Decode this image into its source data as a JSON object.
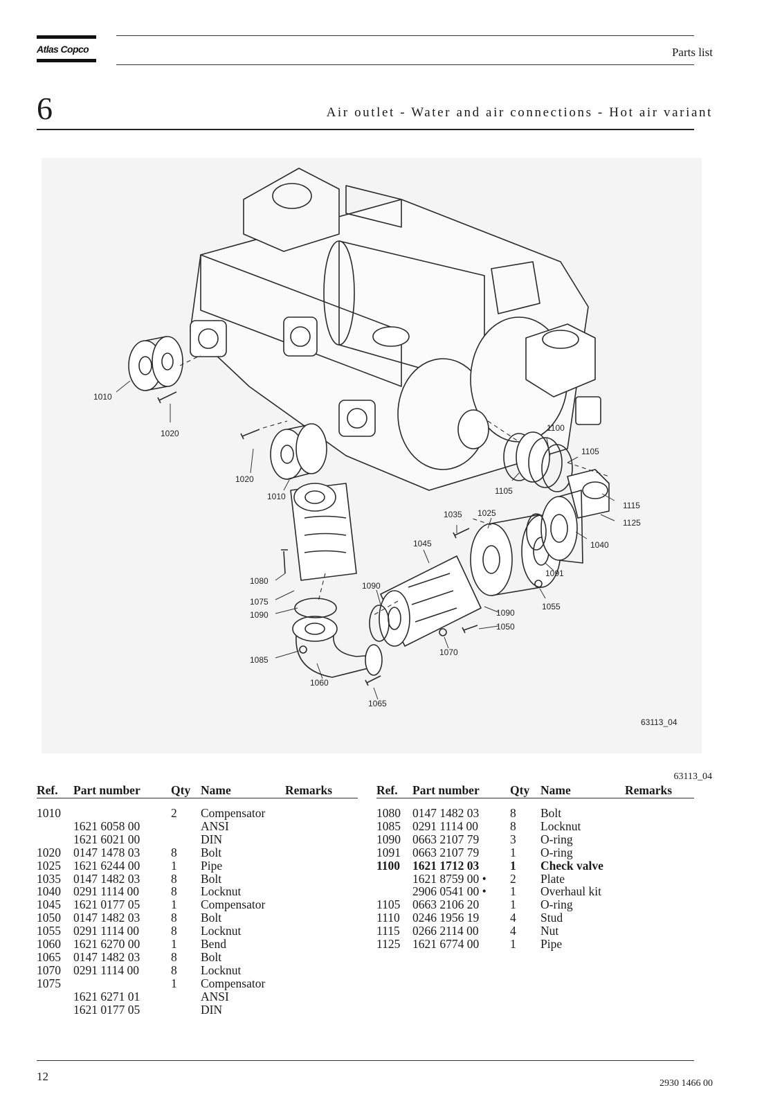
{
  "header": {
    "brand": "Atlas Copco",
    "title": "Parts list"
  },
  "section": {
    "number": "6",
    "title": "Air outlet - Water and air connections - Hot air variant"
  },
  "figure": {
    "code_inside": "63113_04",
    "code_below": "63113_04",
    "callouts": [
      "1010",
      "1020",
      "1020",
      "1010",
      "1100",
      "1105",
      "1105",
      "1115",
      "1125",
      "1040",
      "1035",
      "1025",
      "1045",
      "1091",
      "1055",
      "1080",
      "1075",
      "1090",
      "1090",
      "1090",
      "1050",
      "1070",
      "1085",
      "1060",
      "1065"
    ]
  },
  "table": {
    "headers": {
      "ref": "Ref.",
      "part": "Part number",
      "qty": "Qty",
      "name": "Name",
      "remarks": "Remarks"
    },
    "left_rows": [
      {
        "ref": "1010",
        "part": "",
        "qty": "2",
        "name": "Compensator",
        "remarks": ""
      },
      {
        "ref": "",
        "part": "1621 6058 00",
        "qty": "",
        "name": "ANSI",
        "remarks": ""
      },
      {
        "ref": "",
        "part": "1621 6021 00",
        "qty": "",
        "name": "DIN",
        "remarks": ""
      },
      {
        "ref": "1020",
        "part": "0147 1478 03",
        "qty": "8",
        "name": "Bolt",
        "remarks": ""
      },
      {
        "ref": "1025",
        "part": "1621 6244 00",
        "qty": "1",
        "name": "Pipe",
        "remarks": ""
      },
      {
        "ref": "1035",
        "part": "0147 1482 03",
        "qty": "8",
        "name": "Bolt",
        "remarks": ""
      },
      {
        "ref": "1040",
        "part": "0291 1114 00",
        "qty": "8",
        "name": "Locknut",
        "remarks": ""
      },
      {
        "ref": "1045",
        "part": "1621 0177 05",
        "qty": "1",
        "name": "Compensator",
        "remarks": ""
      },
      {
        "ref": "1050",
        "part": "0147 1482 03",
        "qty": "8",
        "name": "Bolt",
        "remarks": ""
      },
      {
        "ref": "1055",
        "part": "0291 1114 00",
        "qty": "8",
        "name": "Locknut",
        "remarks": ""
      },
      {
        "ref": "1060",
        "part": "1621 6270 00",
        "qty": "1",
        "name": "Bend",
        "remarks": ""
      },
      {
        "ref": "1065",
        "part": "0147 1482 03",
        "qty": "8",
        "name": "Bolt",
        "remarks": ""
      },
      {
        "ref": "1070",
        "part": "0291 1114 00",
        "qty": "8",
        "name": "Locknut",
        "remarks": ""
      },
      {
        "ref": "1075",
        "part": "",
        "qty": "1",
        "name": "Compensator",
        "remarks": ""
      },
      {
        "ref": "",
        "part": "1621 6271 01",
        "qty": "",
        "name": "ANSI",
        "remarks": ""
      },
      {
        "ref": "",
        "part": "1621 0177 05",
        "qty": "",
        "name": "DIN",
        "remarks": ""
      }
    ],
    "right_rows": [
      {
        "ref": "1080",
        "part": "0147 1482 03",
        "qty": "8",
        "name": "Bolt",
        "remarks": "",
        "bold": false
      },
      {
        "ref": "1085",
        "part": "0291 1114 00",
        "qty": "8",
        "name": "Locknut",
        "remarks": "",
        "bold": false
      },
      {
        "ref": "1090",
        "part": "0663 2107 79",
        "qty": "3",
        "name": "O-ring",
        "remarks": "",
        "bold": false
      },
      {
        "ref": "1091",
        "part": "0663 2107 79",
        "qty": "1",
        "name": "O-ring",
        "remarks": "",
        "bold": false
      },
      {
        "ref": "1100",
        "part": "1621 1712 03",
        "qty": "1",
        "name": "Check valve",
        "remarks": "",
        "bold": true
      },
      {
        "ref": "",
        "part": "1621 8759 00 •",
        "qty": "2",
        "name": "Plate",
        "remarks": "",
        "bold": false
      },
      {
        "ref": "",
        "part": "2906 0541 00 •",
        "qty": "1",
        "name": "Overhaul kit",
        "remarks": "",
        "bold": false
      },
      {
        "ref": "1105",
        "part": "0663 2106 20",
        "qty": "1",
        "name": "O-ring",
        "remarks": "",
        "bold": false
      },
      {
        "ref": "1110",
        "part": "0246 1956 19",
        "qty": "4",
        "name": "Stud",
        "remarks": "",
        "bold": false
      },
      {
        "ref": "1115",
        "part": "0266 2114 00",
        "qty": "4",
        "name": "Nut",
        "remarks": "",
        "bold": false
      },
      {
        "ref": "1125",
        "part": "1621 6774 00",
        "qty": "1",
        "name": "Pipe",
        "remarks": "",
        "bold": false
      }
    ]
  },
  "footer": {
    "page_number": "12",
    "doc_number": "2930 1466 00"
  }
}
